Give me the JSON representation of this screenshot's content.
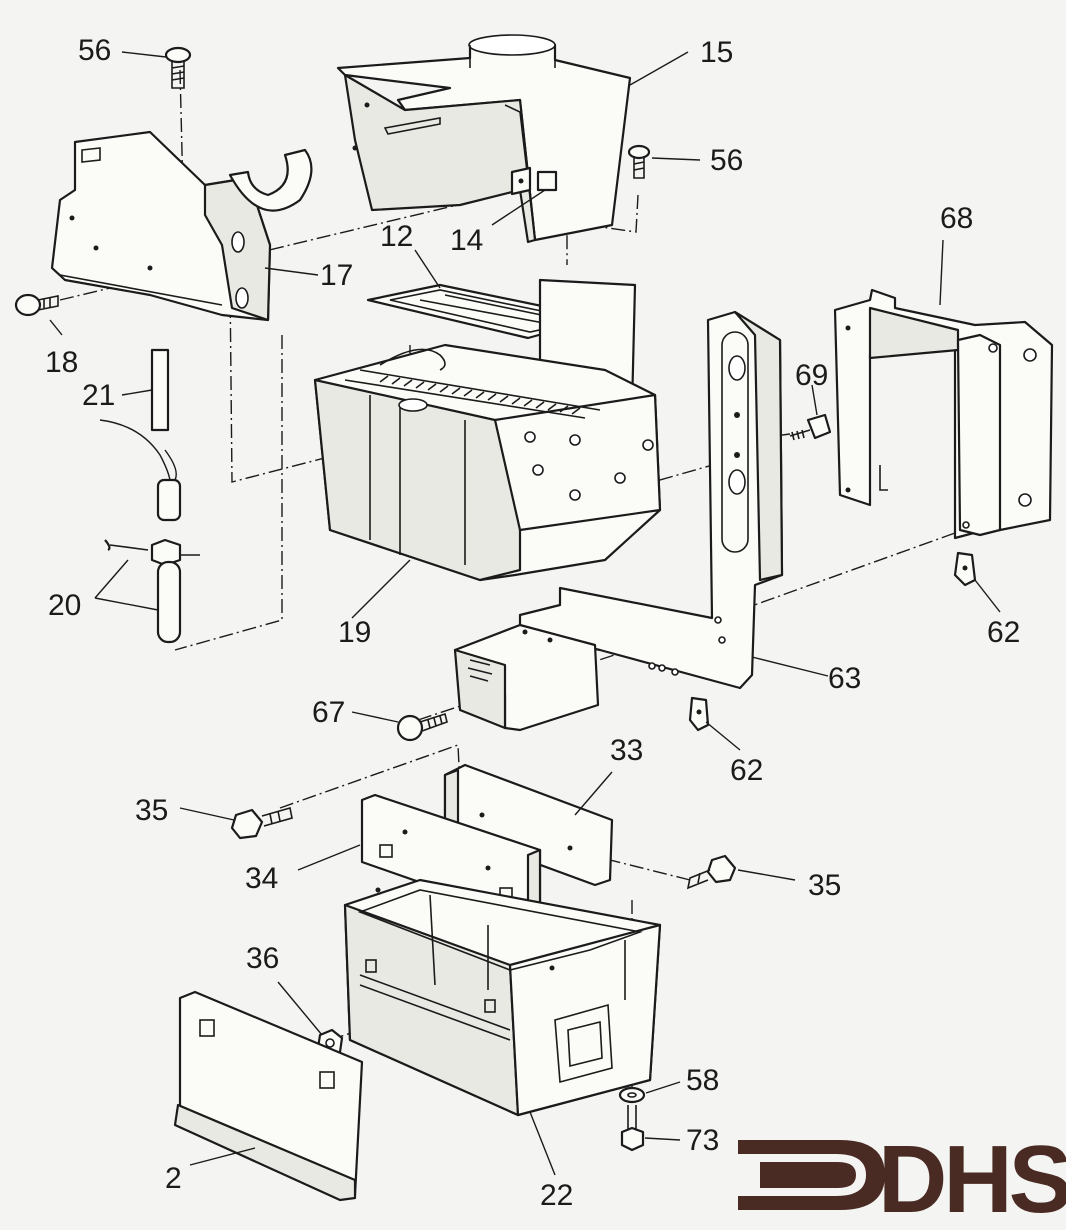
{
  "diagram": {
    "labels": {
      "p56a": "56",
      "p15": "15",
      "p56b": "56",
      "p14": "14",
      "p12": "12",
      "p68": "68",
      "p17": "17",
      "p18": "18",
      "p21": "21",
      "p69": "69",
      "p20": "20",
      "p19": "19",
      "p62a": "62",
      "p63": "63",
      "p67": "67",
      "p62b": "62",
      "p33": "33",
      "p35a": "35",
      "p34": "34",
      "p35b": "35",
      "p36": "36",
      "p58": "58",
      "p73": "73",
      "p2": "2",
      "p22": "22"
    },
    "logo": {
      "text": "DHS",
      "color": "#4a2b24"
    }
  }
}
